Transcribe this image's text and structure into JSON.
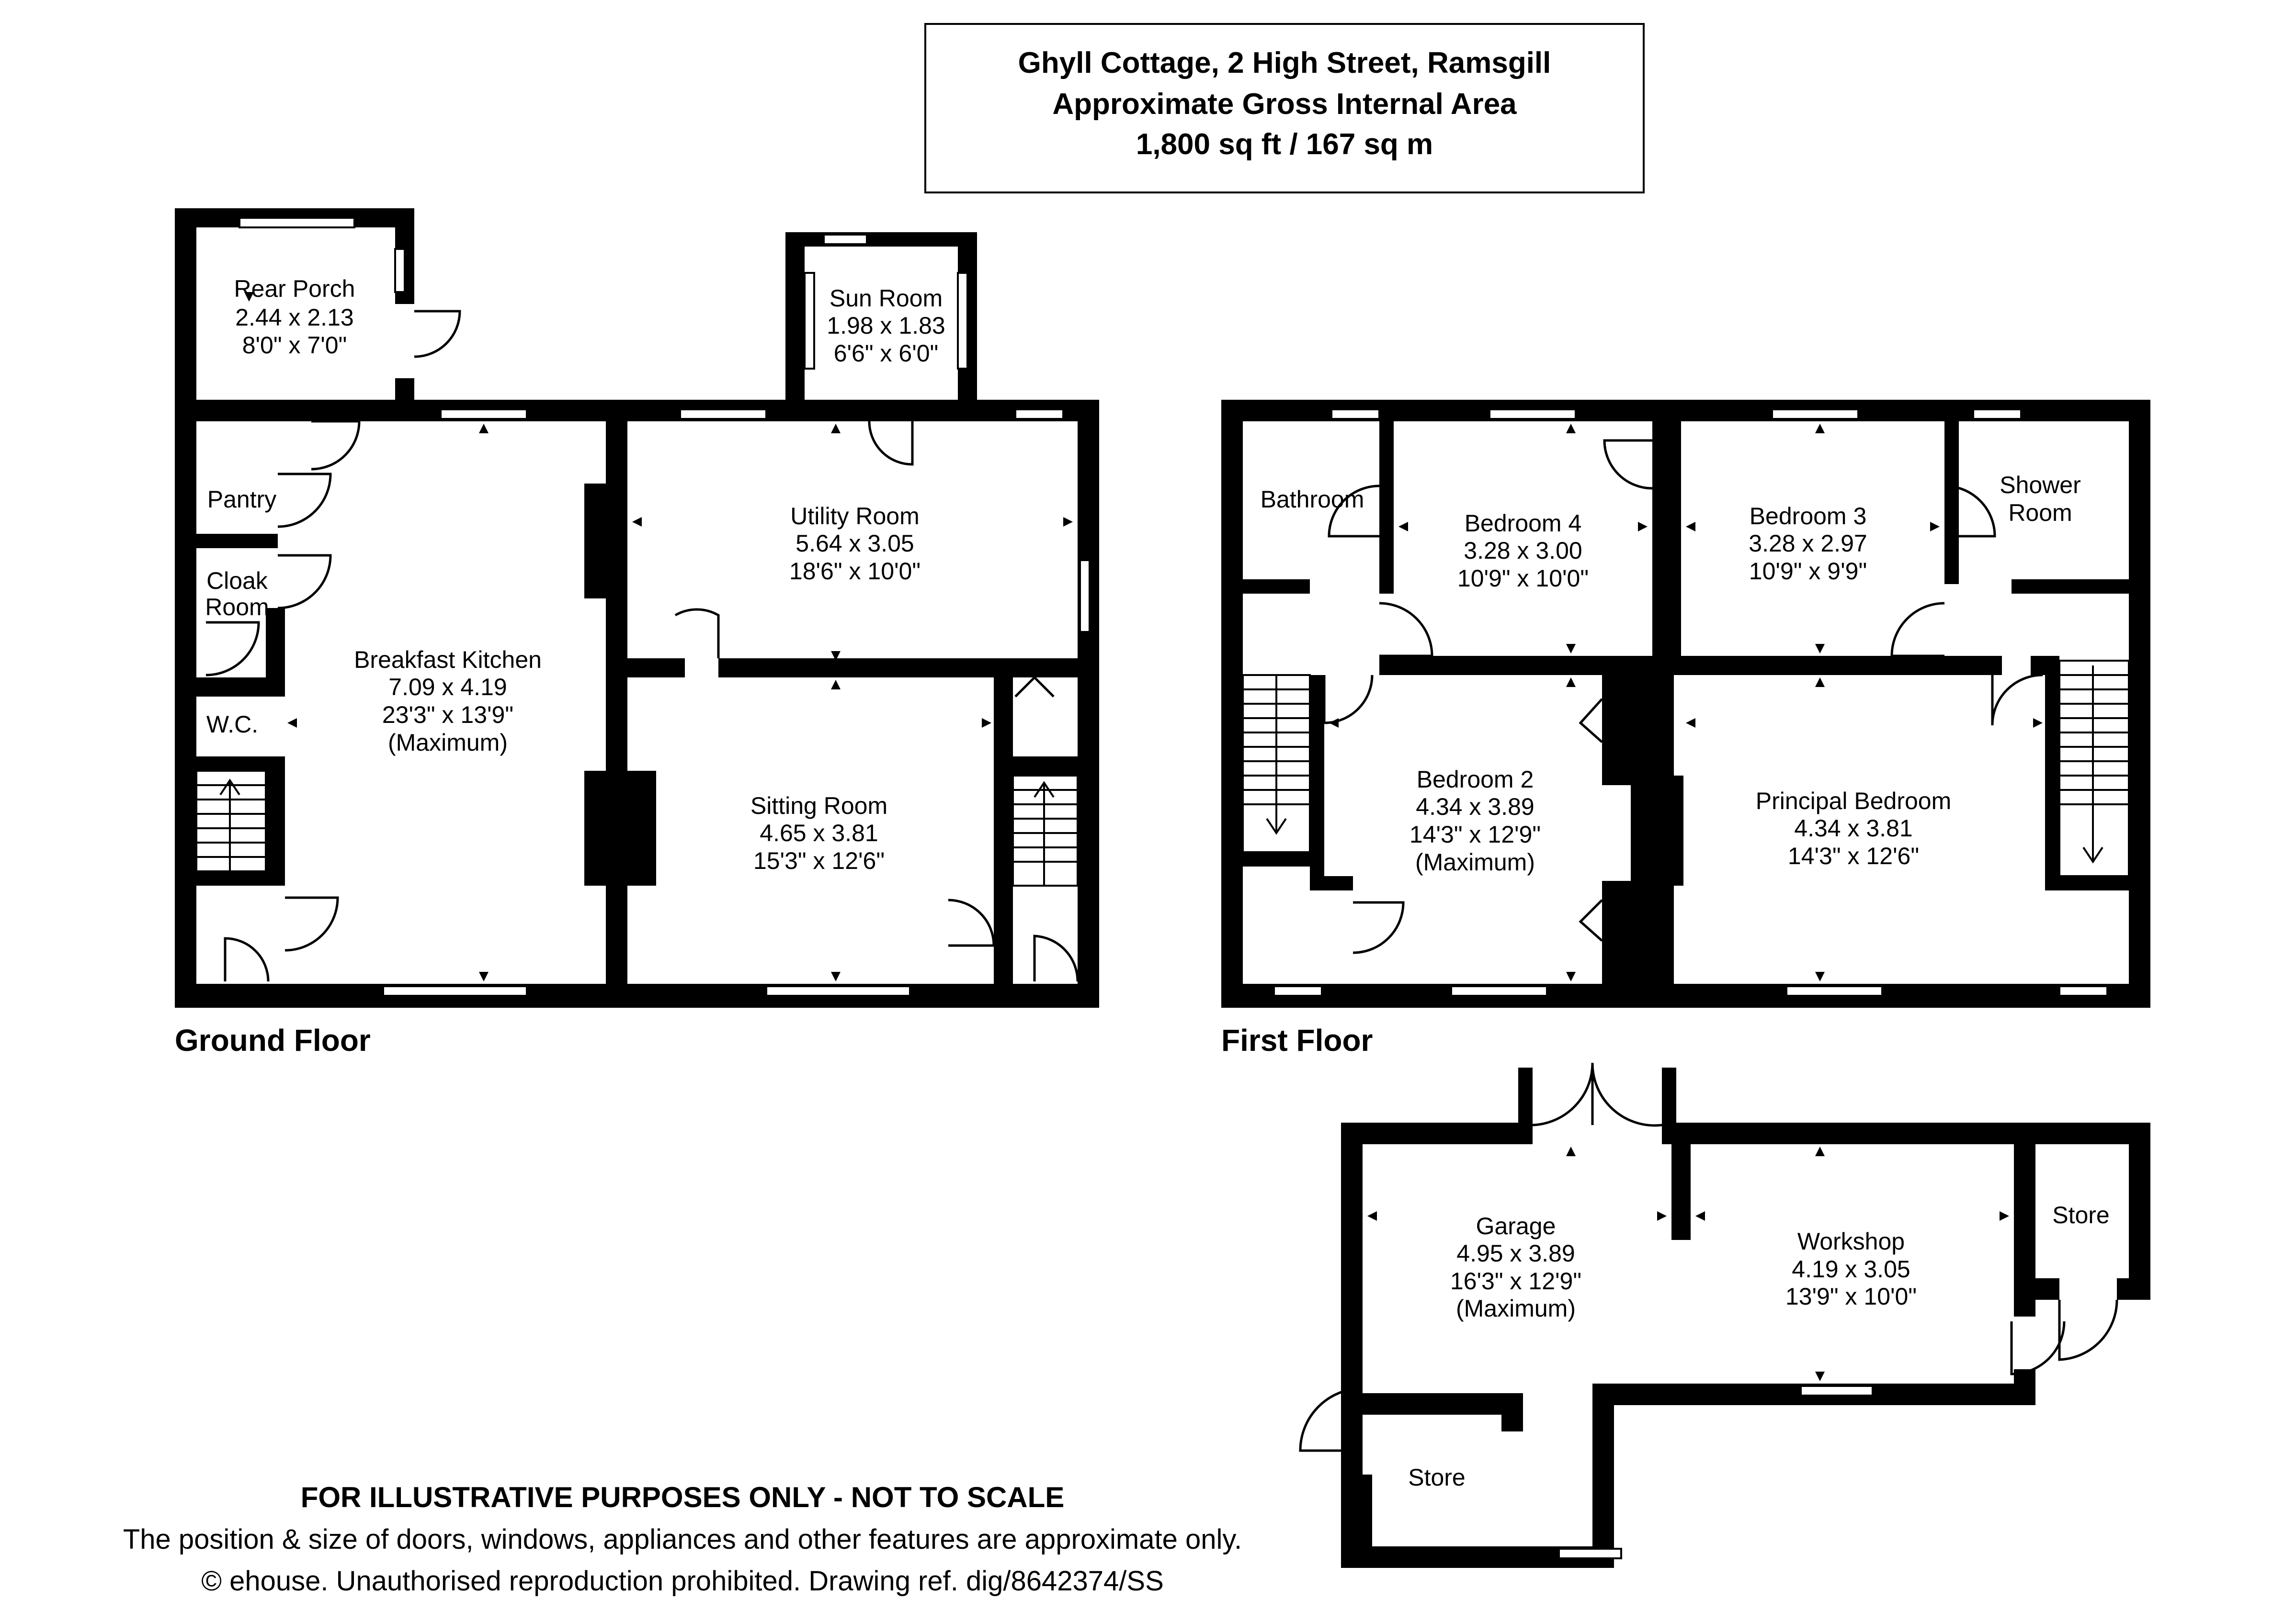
{
  "title": {
    "line1": "Ghyll Cottage, 2 High Street, Ramsgill",
    "line2": "Approximate Gross Internal Area",
    "line3": "1,800 sq ft / 167 sq m"
  },
  "floors": {
    "ground": "Ground Floor",
    "first": "First Floor"
  },
  "rooms": {
    "rear_porch": [
      "Rear Porch",
      "2.44 x 2.13",
      "8'0\" x 7'0\""
    ],
    "sun_room": [
      "Sun Room",
      "1.98 x 1.83",
      "6'6\" x 6'0\""
    ],
    "pantry": [
      "Pantry"
    ],
    "cloak_room": [
      "Cloak",
      "Room"
    ],
    "wc": [
      "W.C."
    ],
    "utility_room": [
      "Utility Room",
      "5.64 x 3.05",
      "18'6\" x 10'0\""
    ],
    "breakfast_kitchen": [
      "Breakfast Kitchen",
      "7.09 x 4.19",
      "23'3\" x 13'9\"",
      "(Maximum)"
    ],
    "sitting_room": [
      "Sitting Room",
      "4.65 x 3.81",
      "15'3\" x 12'6\""
    ],
    "bathroom": [
      "Bathroom"
    ],
    "bedroom_4": [
      "Bedroom 4",
      "3.28 x 3.00",
      "10'9\" x 10'0\""
    ],
    "bedroom_3": [
      "Bedroom 3",
      "3.28 x 2.97",
      "10'9\" x 9'9\""
    ],
    "shower_room": [
      "Shower",
      "Room"
    ],
    "bedroom_2": [
      "Bedroom 2",
      "4.34 x 3.89",
      "14'3\" x 12'9\"",
      "(Maximum)"
    ],
    "principal_bedroom": [
      "Principal Bedroom",
      "4.34 x 3.81",
      "14'3\" x 12'6\""
    ],
    "garage": [
      "Garage",
      "4.95 x 3.89",
      "16'3\" x 12'9\"",
      "(Maximum)"
    ],
    "workshop": [
      "Workshop",
      "4.19 x 3.05",
      "13'9\" x 10'0\""
    ],
    "store_right": [
      "Store"
    ],
    "store_left": [
      "Store"
    ]
  },
  "footer": {
    "line1": "FOR ILLUSTRATIVE PURPOSES ONLY - NOT TO SCALE",
    "line2": "The position & size of doors, windows, appliances and other features are approximate only.",
    "line3": "© ehouse. Unauthorised reproduction prohibited. Drawing ref. dig/8642374/SS"
  }
}
